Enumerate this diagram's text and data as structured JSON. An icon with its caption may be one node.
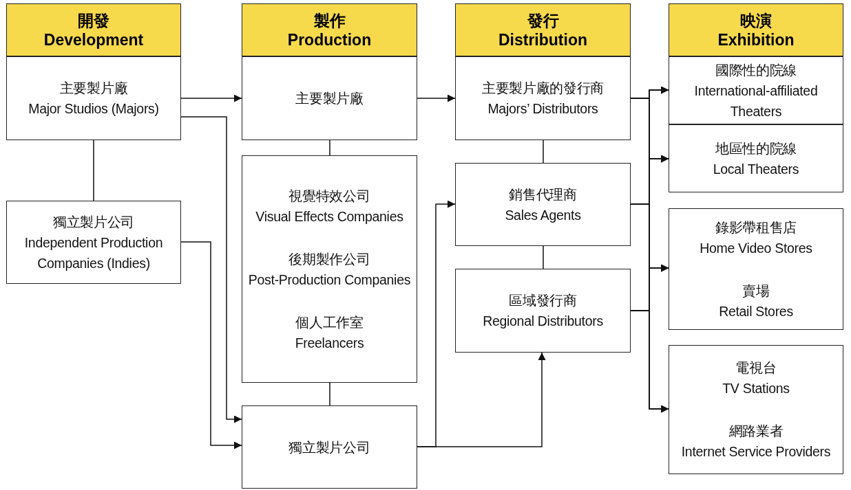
{
  "diagram": {
    "nodes": [
      {
        "text": [
          "開發",
          "Development"
        ]
      },
      {
        "text": [
          "主要製片廠",
          "Major Studios (Majors)"
        ]
      },
      {
        "text": [
          "獨立製片公司",
          "Independent Production Companies (Indies)"
        ]
      },
      {
        "text": [
          "製作",
          "Production"
        ]
      },
      {
        "text": [
          "主要製片廠"
        ]
      },
      {
        "text": [
          "視覺特效公司",
          "Visual Effects Companies",
          "後期製作公司",
          "Post-Production Companies",
          "個人工作室",
          "Freelancers"
        ]
      },
      {
        "text": [
          "獨立製片公司"
        ]
      },
      {
        "text": [
          "發行",
          "Distribution"
        ]
      },
      {
        "text": [
          "主要製片廠的發行商",
          "Majors’ Distributors"
        ]
      },
      {
        "text": [
          "銷售代理商",
          "Sales Agents"
        ]
      },
      {
        "text": [
          "區域發行商",
          "Regional Distributors"
        ]
      },
      {
        "text": [
          "映演",
          "Exhibition"
        ]
      },
      {
        "text": [
          "國際性的院線",
          "International-affiliated Theaters"
        ]
      },
      {
        "text": [
          "地區性的院線",
          "Local Theaters"
        ]
      },
      {
        "text": [
          "錄影帶租售店",
          "Home Video Stores",
          "賣場",
          "Retail Stores"
        ]
      },
      {
        "text": [
          "電視台",
          "TV Stations",
          "網路業者",
          "Internet Service Providers"
        ]
      }
    ],
    "edges": [
      {
        "from": 1,
        "to": 4,
        "arrow": "to"
      },
      {
        "from": 1,
        "to": 6,
        "arrow": "to"
      },
      {
        "from": 1,
        "to": 2,
        "arrow": "none"
      },
      {
        "from": 2,
        "to": 6,
        "arrow": "to"
      },
      {
        "from": 4,
        "to": 5,
        "arrow": "none"
      },
      {
        "from": 5,
        "to": 6,
        "arrow": "none"
      },
      {
        "from": 4,
        "to": 8,
        "arrow": "to"
      },
      {
        "from": 6,
        "to": 9,
        "arrow": "to"
      },
      {
        "from": 6,
        "to": 10,
        "arrow": "to"
      },
      {
        "from": 8,
        "to": 9,
        "arrow": "none"
      },
      {
        "from": 9,
        "to": 10,
        "arrow": "none"
      },
      {
        "from": 8,
        "to": 12,
        "arrow": "to"
      },
      {
        "from": 8,
        "to": 13,
        "arrow": "to"
      },
      {
        "from": 8,
        "to": 14,
        "arrow": "to"
      },
      {
        "from": 8,
        "to": 15,
        "arrow": "to"
      },
      {
        "from": 9,
        "to": 12,
        "arrow": "to"
      },
      {
        "from": 9,
        "to": 13,
        "arrow": "to"
      },
      {
        "from": 9,
        "to": 14,
        "arrow": "to"
      },
      {
        "from": 9,
        "to": 15,
        "arrow": "to"
      },
      {
        "from": 10,
        "to": 12,
        "arrow": "to"
      },
      {
        "from": 10,
        "to": 13,
        "arrow": "to"
      },
      {
        "from": 10,
        "to": 14,
        "arrow": "to"
      },
      {
        "from": 10,
        "to": 15,
        "arrow": "to"
      }
    ]
  }
}
